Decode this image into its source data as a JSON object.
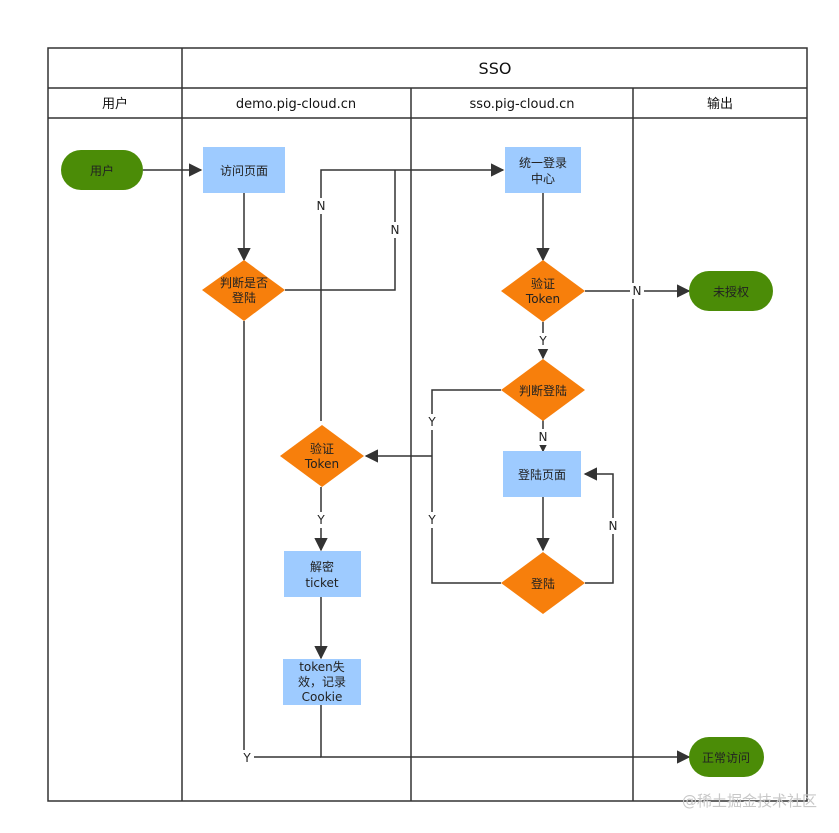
{
  "header": {
    "title": "SSO",
    "lanes": [
      "用户",
      "demo.pig-cloud.cn",
      "sso.pig-cloud.cn",
      "输出"
    ]
  },
  "nodes": {
    "user": "用户",
    "visit_page": [
      "访问页面"
    ],
    "judge_login": [
      "判断是否",
      "登陆"
    ],
    "verify_token_demo": [
      "验证",
      "Token"
    ],
    "decrypt_ticket": [
      "解密",
      "ticket"
    ],
    "token_invalid": [
      "token失",
      "效，记录",
      "Cookie"
    ],
    "sso_center": [
      "统一登录",
      "中心"
    ],
    "verify_token_sso": [
      "验证",
      "Token"
    ],
    "judge_logged": [
      "判断登陆"
    ],
    "login_page": [
      "登陆页面"
    ],
    "login": [
      "登陆"
    ],
    "unauthorized": "未授权",
    "normal_access": "正常访问"
  },
  "edge_labels": {
    "n_left": "N",
    "n_mid": "N",
    "n_unauth": "N",
    "y_verify_sso": "Y",
    "n_judge": "N",
    "y_upper": "Y",
    "y_lower": "Y",
    "n_loop": "N",
    "y_verify_demo": "Y",
    "y_bottom": "Y"
  },
  "colors": {
    "process": "#9ecbff",
    "decision": "#f77f0c",
    "terminal": "#4b8c07",
    "line": "#333333",
    "border": "#333333"
  },
  "watermark": "@稀土掘金技术社区"
}
